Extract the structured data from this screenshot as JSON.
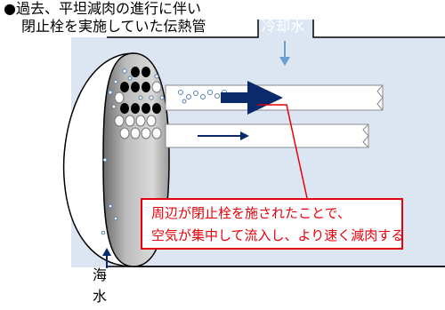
{
  "title": {
    "line1": "●過去、平坦減肉の進行に伴い",
    "line2": "閉止栓を実施していた伝熱管"
  },
  "coolant_label": "冷却水",
  "callout": {
    "line1": "周辺が閉止栓を施されたことで、",
    "line2": "空気が集中して流入し、より速く減肉する"
  },
  "seawater_label": {
    "line1": "海",
    "line2": "水"
  },
  "colors": {
    "shell_fill": "#dce6f2",
    "shell_stroke": "#000000",
    "plugged_tube": "#000000",
    "open_tube": "#ffffff",
    "flow_arrow": "#0b2a6b",
    "callout_red": "#e8000b",
    "coolant_arrow": "#6a9fd2"
  }
}
